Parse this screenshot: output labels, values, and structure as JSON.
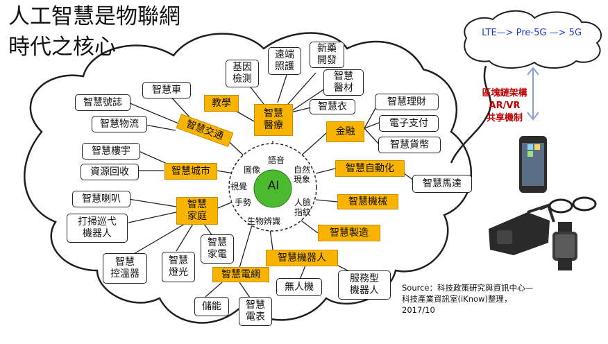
{
  "title": {
    "line1": "人工智慧是物聯網",
    "line2": "時代之核心"
  },
  "center": {
    "label": "AI"
  },
  "ring_labels": [
    "語音",
    "圖像",
    "自然\n現象",
    "視覺",
    "手勢",
    "人臉\n指紋",
    "生物辨識"
  ],
  "categories": {
    "traffic": "智慧交通",
    "city": "智慧城市",
    "home": "智慧\n家庭",
    "grid": "智慧電網",
    "robot": "智慧機器人",
    "manufacture": "智慧製造",
    "machine": "智慧機械",
    "automation": "智慧自動化",
    "finance": "金融",
    "medical": "智慧\n醫療",
    "education": "教學"
  },
  "items": {
    "car": "智慧車",
    "signal": "智慧號誌",
    "logistics": "智慧物流",
    "building": "智慧樓宇",
    "recycle": "資源回收",
    "speaker": "智慧喇叭",
    "sweeper": "打掃巡弋\n機器人",
    "thermostat": "智慧\n控溫器",
    "lighting": "智慧\n燈光",
    "appliance": "智慧\n家電",
    "storage": "儲能",
    "meter": "智慧\n電表",
    "drone": "無人機",
    "service_robot": "服務型\n機器人",
    "motor": "智慧馬達",
    "wealth": "智慧理財",
    "epay": "電子支付",
    "currency": "智慧貨幣",
    "clothes": "智慧衣",
    "material": "智慧\n醫材",
    "drug": "新藥\n開發",
    "remote": "遠端\n照護",
    "gene": "基因\n檢測"
  },
  "network": {
    "label": "LTE—> Pre-5G —> 5G"
  },
  "tech": {
    "label": "區塊鏈架構\nAR/VR\n共享機制"
  },
  "source": {
    "label": "Source：科技政策研究與資訊中心—\n科技產業資訊室(iKnow)整理，\n2017/10"
  },
  "colors": {
    "category": "#f8b400",
    "network_text": "#1a3ccc",
    "tech_text": "#c00000",
    "center": "#4cba2f"
  },
  "devices": [
    "smartphone-icon",
    "smart-glasses-icon",
    "vr-headset-icon",
    "smartwatch-icon"
  ]
}
